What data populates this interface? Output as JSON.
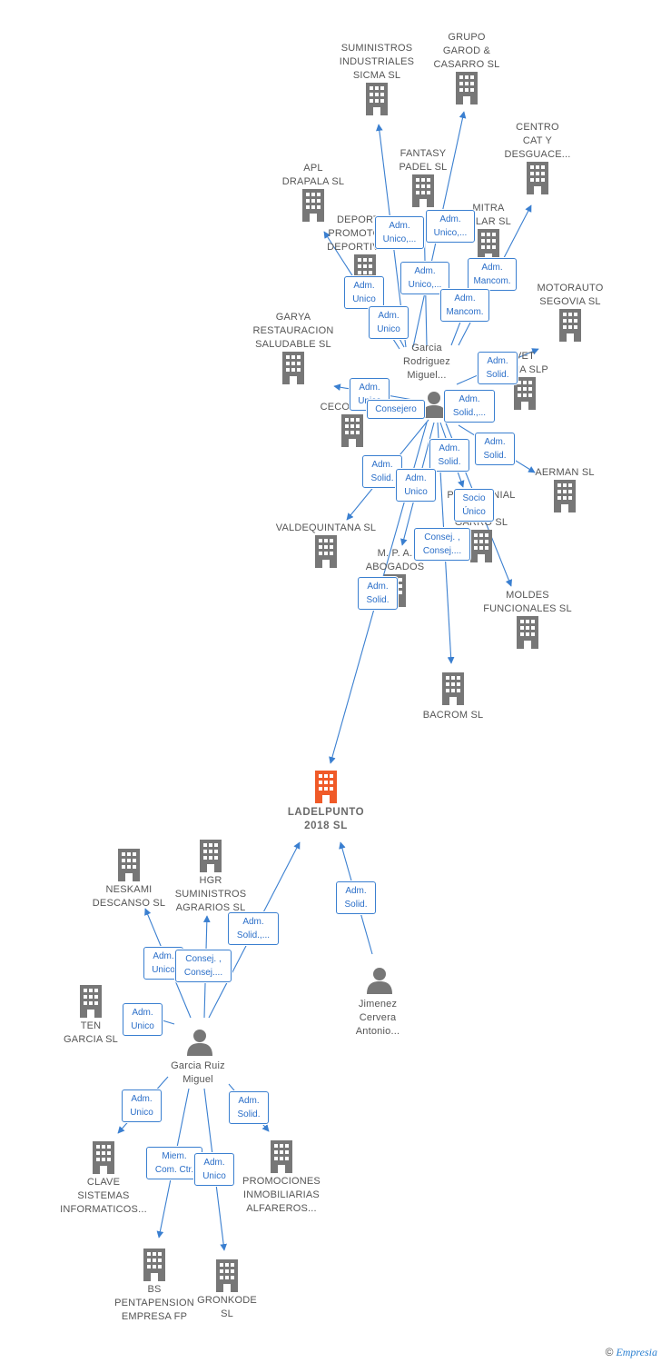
{
  "colors": {
    "accent": "#3a7fd0",
    "building": "#777777",
    "focus": "#f05a28",
    "person": "#777777",
    "text": "#555555"
  },
  "nodes": [
    {
      "id": "sigma",
      "type": "company",
      "label": "SUMINISTROS\nINDUSTRIALES\nSICMA  SL",
      "icon": "building-icon"
    },
    {
      "id": "garod",
      "type": "company",
      "label": "GRUPO\nGAROD &\nCASARRO  SL",
      "icon": "building-icon"
    },
    {
      "id": "centro",
      "type": "company",
      "label": "CENTRO\nCAT Y\nDESGUACE...",
      "icon": "building-icon"
    },
    {
      "id": "fantasy",
      "type": "company",
      "label": "FANTASY\nPADEL SL",
      "icon": "building-icon"
    },
    {
      "id": "apl",
      "type": "company",
      "label": "APL\nDRAPALA SL",
      "icon": "building-icon"
    },
    {
      "id": "deportes",
      "type": "company",
      "label": "DEPORTES\nPROMOTORES\nDEPORTIVOS...",
      "icon": "building-icon"
    },
    {
      "id": "mitra",
      "type": "company",
      "label": "MITRA\nPILAR  SL",
      "icon": "building-icon"
    },
    {
      "id": "motorauto",
      "type": "company",
      "label": "MOTORAUTO\nSEGOVIA SL",
      "icon": "building-icon"
    },
    {
      "id": "garya",
      "type": "company",
      "label": "GARYA\nRESTAURACION\nSALUDABLE SL",
      "icon": "building-icon"
    },
    {
      "id": "vet",
      "type": "company",
      "label": "VET\nSIMA SLP",
      "icon": "building-icon"
    },
    {
      "id": "cecotra",
      "type": "company",
      "label": "CECOTRANS",
      "icon": "building-icon"
    },
    {
      "id": "aerman",
      "type": "company",
      "label": "AERMAN SL",
      "icon": "building-icon"
    },
    {
      "id": "patrimonial",
      "type": "company",
      "label": "PATRIMONIAL\nLA\nGARRO SL",
      "icon": "building-icon"
    },
    {
      "id": "valdequintana",
      "type": "company",
      "label": "VALDEQUINTANA SL",
      "icon": "building-icon"
    },
    {
      "id": "mpa",
      "type": "company",
      "label": "M.  P.  A.\nABOGADOS",
      "icon": "building-icon"
    },
    {
      "id": "moldes",
      "type": "company",
      "label": "MOLDES\nFUNCIONALES SL",
      "icon": "building-icon"
    },
    {
      "id": "bacrom",
      "type": "company",
      "label": "BACROM  SL",
      "icon": "building-icon"
    },
    {
      "id": "ladelpunto",
      "type": "focus",
      "label": "LADELPUNTO\n2018  SL",
      "icon": "building-icon"
    },
    {
      "id": "neskami",
      "type": "company",
      "label": "NESKAMI\nDESCANSO  SL",
      "icon": "building-icon"
    },
    {
      "id": "hgr",
      "type": "company",
      "label": "HGR\nSUMINISTROS\nAGRARIOS  SL",
      "icon": "building-icon"
    },
    {
      "id": "ten",
      "type": "company",
      "label": "TEN\nGARCIA SL",
      "icon": "building-icon"
    },
    {
      "id": "clave",
      "type": "company",
      "label": "CLAVE\nSISTEMAS\nINFORMATICOS...",
      "icon": "building-icon"
    },
    {
      "id": "promociones",
      "type": "company",
      "label": "PROMOCIONES\nINMOBILIARIAS\nALFAREROS...",
      "icon": "building-icon"
    },
    {
      "id": "bs",
      "type": "company",
      "label": "BS\nPENTAPENSION\nEMPRESA FP",
      "icon": "building-icon"
    },
    {
      "id": "gronkode",
      "type": "company",
      "label": "GRONKODE\nSL",
      "icon": "building-icon"
    },
    {
      "id": "p_garcia_rm",
      "type": "person",
      "label": "Garcia\nRodriguez\nMiguel...",
      "icon": "person-icon"
    },
    {
      "id": "p_garcia_ruiz",
      "type": "person",
      "label": "Garcia Ruiz\nMiguel",
      "icon": "person-icon"
    },
    {
      "id": "p_jimenez",
      "type": "person",
      "label": "Jimenez\nCervera\nAntonio...",
      "icon": "person-icon"
    }
  ],
  "edge_labels": [
    "Adm.\nUnico,...",
    "Adm.\nUnico,...",
    "Adm.\nUnico,...",
    "Adm.\nMancom.",
    "Adm.\nUnico",
    "Adm.\nUnico",
    "Adm.\nMancom.",
    "Adm.\nSolid.",
    "Adm.\nUnico",
    "Consejero",
    "Adm.\nSolid.,...",
    "Adm.\nSolid.",
    "Adm.\nSolid.",
    "Adm.\nSolid.",
    "Adm.\nUnico",
    "Socio\nÚnico",
    "Consej. ,\nConsej....",
    "Adm.\nSolid.",
    "Adm.\nSolid.",
    "Adm.\nSolid.,...",
    "Adm.\nUnico",
    "Consej. ,\nConsej....",
    "Adm.\nUnico",
    "Adm.\nUnico",
    "Adm.\nSolid.",
    "Miem.\nCom. Ctr.",
    "Adm.\nUnico"
  ],
  "footer": {
    "copyright": "©",
    "brand": "Empresia"
  }
}
